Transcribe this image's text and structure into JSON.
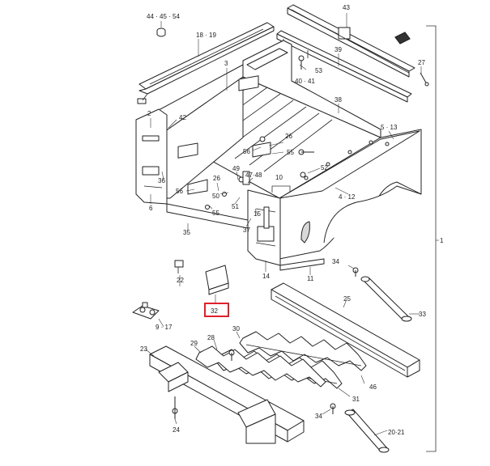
{
  "diagram": {
    "highlight_color": "#e0202a",
    "line_color": "#222222",
    "callouts": {
      "c_44_45_54": "44 · 45 · 54",
      "c_18_19": "18 · 19",
      "c_43": "43",
      "c_39": "39",
      "c_27": "27",
      "c_3": "3",
      "c_53": "53",
      "c_40_41": "40 · 41",
      "c_38": "38",
      "c_2": "2",
      "c_42": "42",
      "c_5_13": "5 · 13",
      "c_26a": "26",
      "c_56a": "56",
      "c_55a": "55",
      "c_36": "36",
      "c_52": "52",
      "c_49": "49",
      "c_47_48": "47·48",
      "c_10": "10",
      "c_26b": "26",
      "c_56b": "56",
      "c_50": "50",
      "c_6": "6",
      "c_4_12": "4 · 12",
      "c_55b": "55",
      "c_51": "51",
      "c_15": "15",
      "c_37": "37",
      "c_35": "35",
      "c_1": "1",
      "c_34a": "34",
      "c_14": "14",
      "c_11": "11",
      "c_22": "22",
      "c_25": "25",
      "c_32": "32",
      "c_33": "33",
      "c_9_17": "9 · 17",
      "c_28": "28",
      "c_30": "30",
      "c_23": "23",
      "c_29": "29",
      "c_46": "46",
      "c_31": "31",
      "c_34b": "34",
      "c_20_21": "20·21",
      "c_24": "24"
    }
  }
}
